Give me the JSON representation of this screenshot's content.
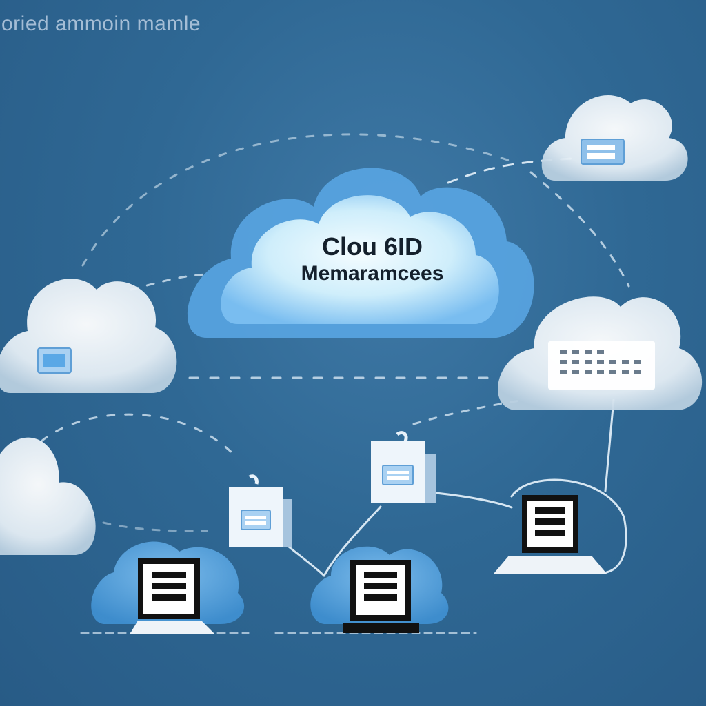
{
  "header": {
    "text": "oried ammoin mamle"
  },
  "main_cloud": {
    "title_line1": "Clou 6ID",
    "title_line2": "Memaramcees"
  },
  "colors": {
    "background": "#2f6894",
    "cloud_main_outer": "#6fb4ea",
    "cloud_main_inner": "#e6f6fd",
    "cloud_side": "#dfeaf3",
    "device_screen": "#ffffff",
    "device_frame": "#111111",
    "connector": "#d6e6f2"
  },
  "nodes": [
    {
      "kind": "main-cloud",
      "icon": "cloud-icon"
    },
    {
      "kind": "cloud",
      "icon": "folder-icon"
    },
    {
      "kind": "cloud",
      "icon": "folder-icon"
    },
    {
      "kind": "cloud",
      "icon": "spreadsheet-icon"
    },
    {
      "kind": "cloud",
      "icon": "none"
    },
    {
      "kind": "server-box",
      "icon": "folder-icon"
    },
    {
      "kind": "server-box",
      "icon": "folder-icon"
    },
    {
      "kind": "device",
      "icon": "document-icon"
    },
    {
      "kind": "device",
      "icon": "document-icon"
    },
    {
      "kind": "device",
      "icon": "document-icon"
    }
  ]
}
